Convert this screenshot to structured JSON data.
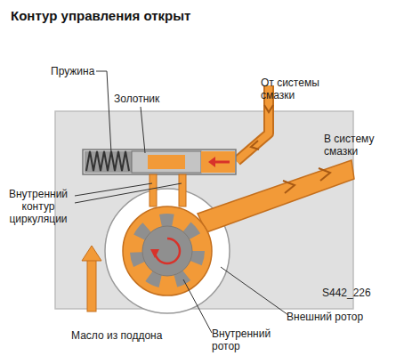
{
  "diagram": {
    "title": "Контур управления открыт",
    "labels": [
      "Пружина",
      "Золотник",
      "От системы смазки",
      "В систему смазки",
      "Внутренний контур циркуляции",
      "S442_226",
      "Внешний ротор",
      "Масло из поддона",
      "Внутренний ротор"
    ]
  }
}
